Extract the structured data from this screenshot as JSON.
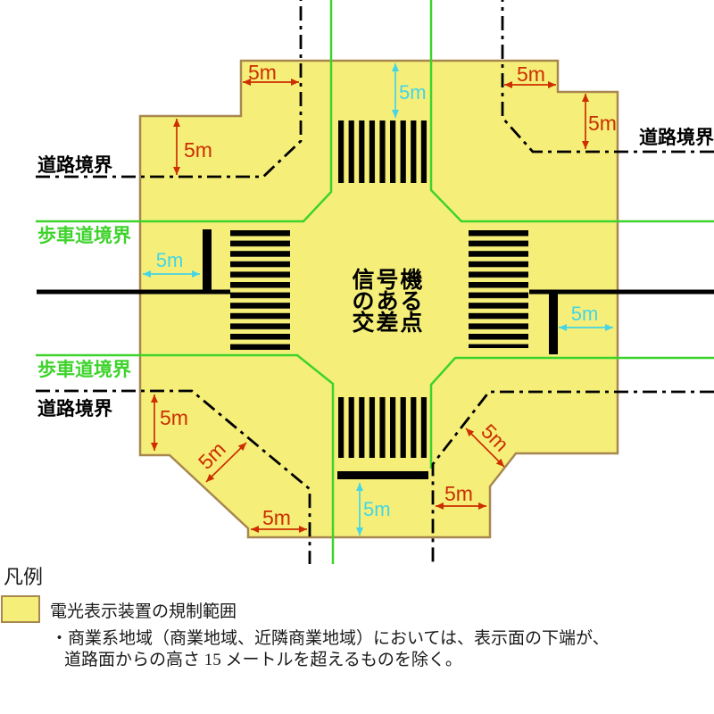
{
  "colors": {
    "yellow": "#f5ef7a",
    "tan": "#a8874f",
    "green": "#3ed32c",
    "cyan": "#45d5e4",
    "red": "#cc2e00"
  },
  "diagram": {
    "road_boundary_label": "道路境界",
    "sidewalk_boundary_label": "歩車道境界",
    "dim_label": "5m",
    "center_line1": "信号機",
    "center_line2": "のある",
    "center_line3": "交差点"
  },
  "legend": {
    "title": "凡例",
    "swatch_label": "電光表示装置の規制範囲",
    "note_line1": "・商業系地域（商業地域、近隣商業地域）においては、表示面の下端が、",
    "note_line2": "道路面からの高さ 15 メートルを超えるものを除く。"
  }
}
